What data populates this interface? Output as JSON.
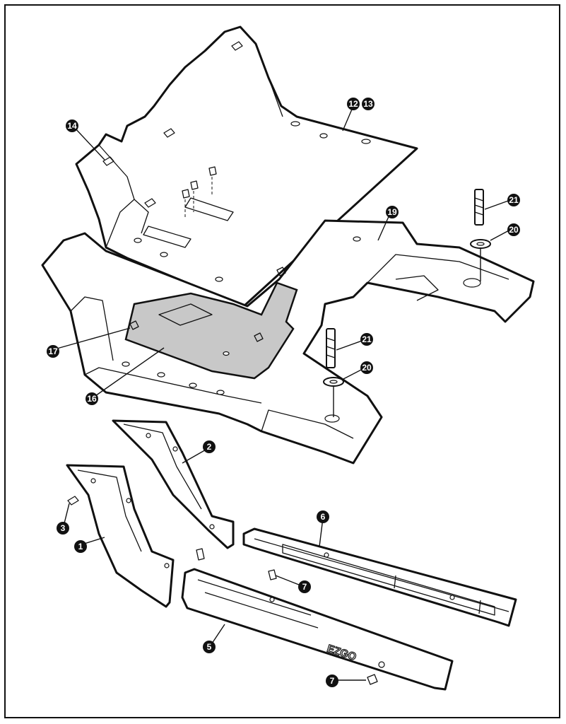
{
  "diagram": {
    "logo_text": "EZGO",
    "callouts": [
      {
        "id": "c-12-13",
        "parts": [
          "12",
          "13"
        ]
      },
      {
        "id": "c-14",
        "parts": [
          "14"
        ]
      },
      {
        "id": "c-19",
        "parts": [
          "19"
        ]
      },
      {
        "id": "c-21a",
        "parts": [
          "21"
        ]
      },
      {
        "id": "c-20a",
        "parts": [
          "20"
        ]
      },
      {
        "id": "c-17",
        "parts": [
          "17"
        ]
      },
      {
        "id": "c-16",
        "parts": [
          "16"
        ]
      },
      {
        "id": "c-21b",
        "parts": [
          "21"
        ]
      },
      {
        "id": "c-20b",
        "parts": [
          "20"
        ]
      },
      {
        "id": "c-2",
        "parts": [
          "2"
        ]
      },
      {
        "id": "c-3",
        "parts": [
          "3"
        ]
      },
      {
        "id": "c-1",
        "parts": [
          "1"
        ]
      },
      {
        "id": "c-6",
        "parts": [
          "6"
        ]
      },
      {
        "id": "c-7a",
        "parts": [
          "7"
        ]
      },
      {
        "id": "c-5",
        "parts": [
          "5"
        ]
      },
      {
        "id": "c-7b",
        "parts": [
          "7"
        ]
      }
    ]
  }
}
